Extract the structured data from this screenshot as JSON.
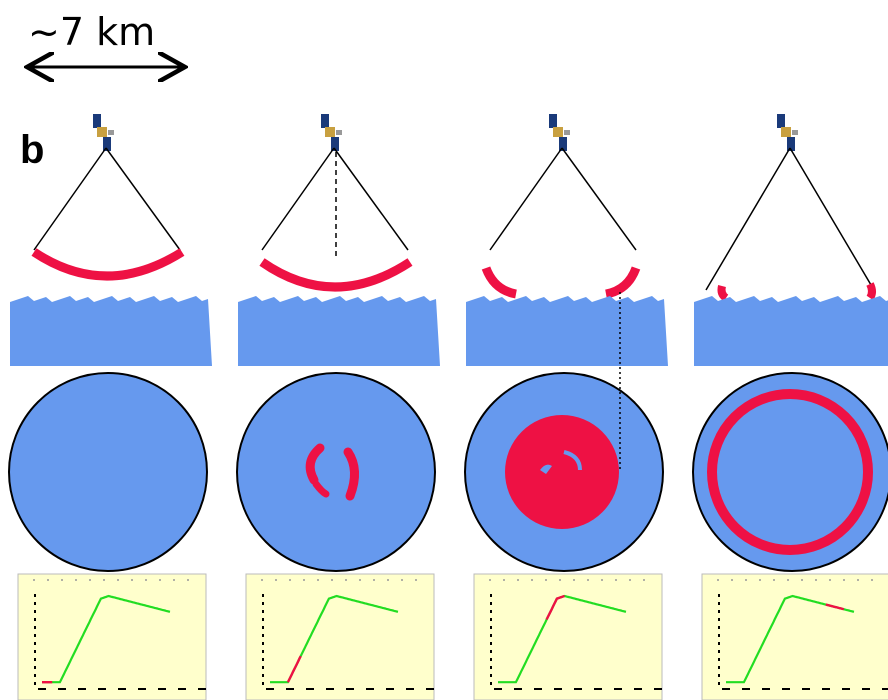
{
  "scale_bar": {
    "label": "~7 km"
  },
  "panel_label": "b",
  "colors": {
    "ground": "#6699ee",
    "echo": "#ee1144",
    "outline": "#000000",
    "plot_background": "#ffffcc",
    "curve_main": "#22dd22",
    "curve_highlight": "#ee1144"
  },
  "icons": {
    "satellite": "satellite-icon"
  },
  "columns": [
    {
      "id": 1,
      "echo_arc": "full",
      "nadir_line": false,
      "footprint": "none",
      "waveform_highlight": [
        0.0,
        0.08
      ]
    },
    {
      "id": 2,
      "echo_arc": "full-touching",
      "nadir_line": true,
      "footprint": "small-ring",
      "waveform_highlight": [
        0.14,
        0.24
      ]
    },
    {
      "id": 3,
      "echo_arc": "partial",
      "nadir_line": false,
      "footprint": "disc",
      "waveform_highlight": [
        0.38,
        0.52
      ]
    },
    {
      "id": 4,
      "echo_arc": "edges",
      "nadir_line": false,
      "footprint": "ring",
      "waveform_highlight": [
        0.78,
        0.92
      ]
    }
  ]
}
